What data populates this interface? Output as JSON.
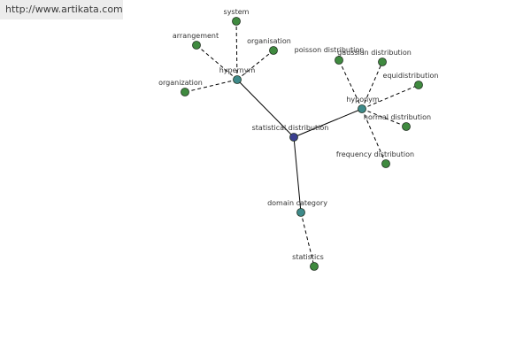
{
  "header": {
    "url": "http://www.artikata.com"
  },
  "graph": {
    "colors": {
      "root_node": "#3a3f8f",
      "relation_node": "#3e8a8a",
      "leaf_node": "#3f8a3f",
      "node_stroke": "#1f2f1f",
      "edge": "#000000"
    },
    "nodes": {
      "root": "statistical distribution",
      "hypernym": "hypernym",
      "hyponym": "hyponym",
      "domain": "domain category",
      "system": "system",
      "arrangement": "arrangement",
      "organisation": "organisation",
      "organization": "organization",
      "poisson": "poisson distribution",
      "gaussian": "gaussian distribution",
      "equidistribution": "equidistribution",
      "normal": "normal distribution",
      "frequency": "frequency distribution",
      "statistics": "statistics"
    }
  }
}
